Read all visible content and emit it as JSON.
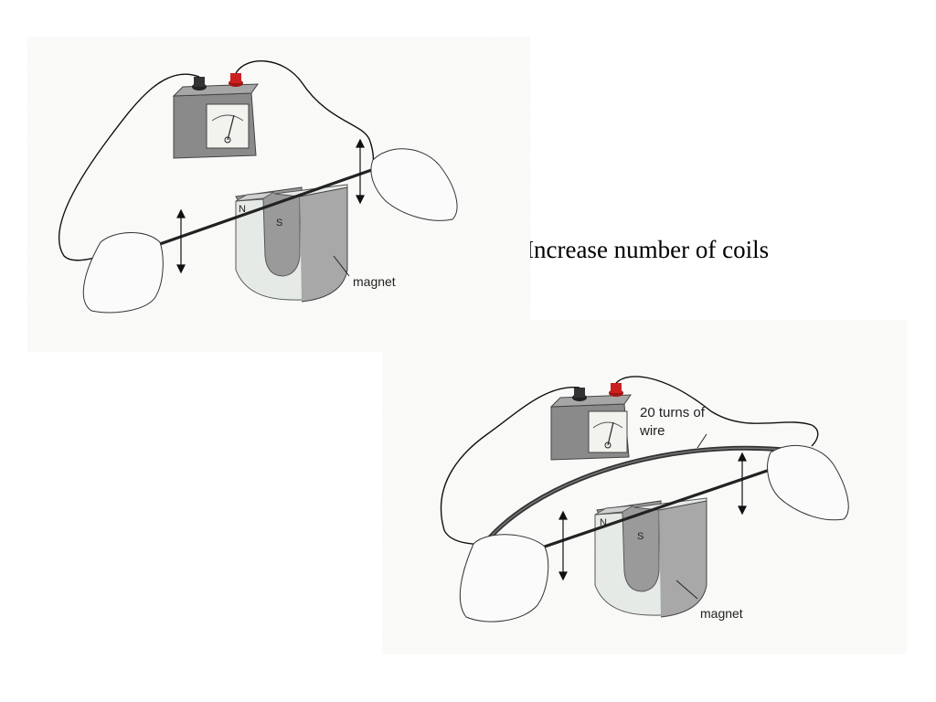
{
  "slide": {
    "caption": "1. Increase number of coils"
  },
  "figure_top": {
    "magnet_label": "magnet",
    "pole_north": "N",
    "pole_south": "S"
  },
  "figure_bottom": {
    "magnet_label": "magnet",
    "pole_north": "N",
    "pole_south": "S",
    "coil_label_line1": "20 turns of",
    "coil_label_line2": "wire"
  }
}
